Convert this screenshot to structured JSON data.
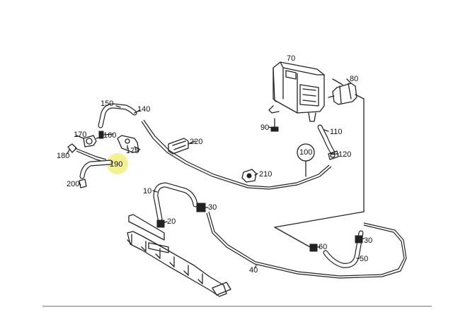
{
  "labels": {
    "p10": "10",
    "p20": "20",
    "p30a": "30",
    "p30b": "30",
    "p40": "40",
    "p50": "50",
    "p60": "60",
    "p70": "70",
    "p80": "80",
    "p90": "90",
    "p100": "100",
    "p110": "110",
    "p120": "120",
    "p140": "140",
    "p150": "150",
    "p160": "160",
    "p170": "170",
    "p175": "175",
    "p180": "180",
    "p190": "190",
    "p200": "200",
    "p210": "210",
    "p220": "220"
  },
  "highlight": {
    "part": "190",
    "color": "#f3f08a"
  }
}
